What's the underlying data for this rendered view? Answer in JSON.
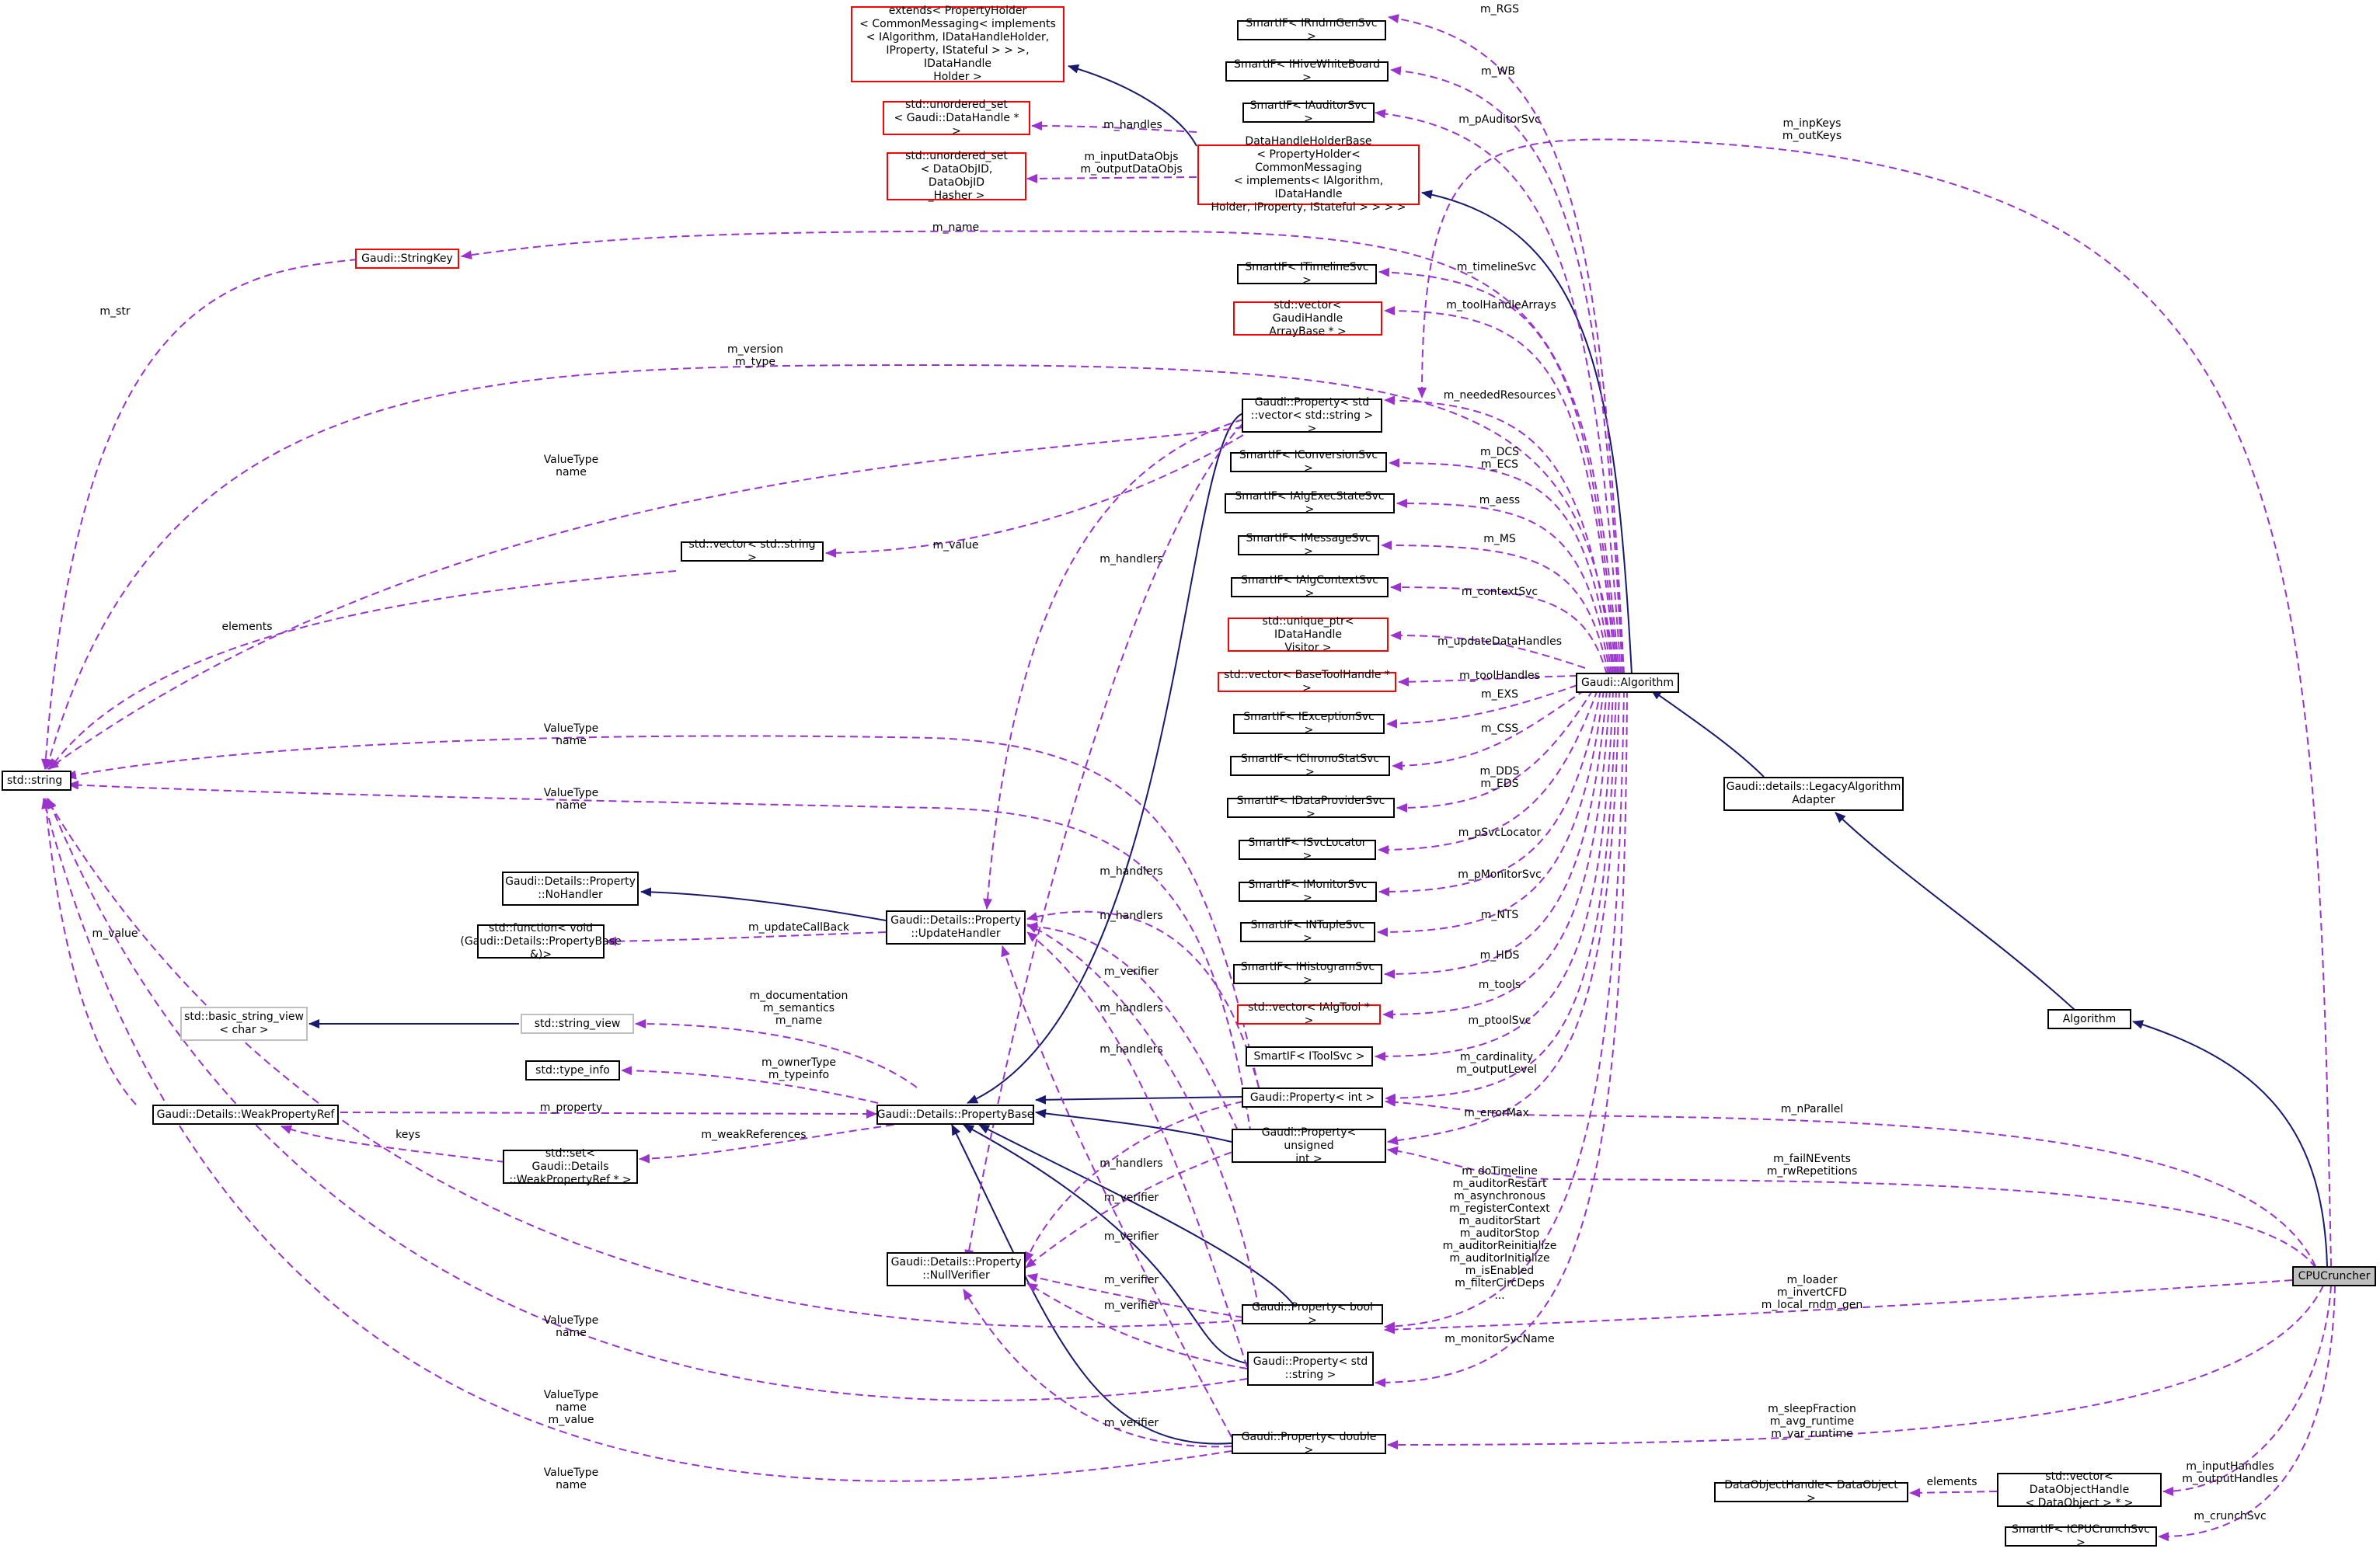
{
  "colors": {
    "inheritance": "#191970",
    "usage": "#9a32cd",
    "node_border": "#000000",
    "incomplete_border": "#ff0000",
    "external_border": "#bfbfbf",
    "highlight_fill": "#bfbfbf"
  },
  "nodes": [
    {
      "id": "rgs",
      "text": "SmartIF< IRndmGenSvc >",
      "kind": "normal"
    },
    {
      "id": "hwb",
      "text": "SmartIF< IHiveWhiteBoard >",
      "kind": "normal"
    },
    {
      "id": "aud",
      "text": "SmartIF< IAuditorSvc >",
      "kind": "normal"
    },
    {
      "id": "extends",
      "text": "extends< PropertyHolder\n< CommonMessaging< implements\n< IAlgorithm, IDataHandleHolder,\n IProperty, IStateful > > >, IDataHandle\nHolder >",
      "kind": "red"
    },
    {
      "id": "uset_dh",
      "text": "std::unordered_set\n< Gaudi::DataHandle * >",
      "kind": "red"
    },
    {
      "id": "uset_doi",
      "text": "std::unordered_set\n< DataObjID, DataObjID\n_Hasher >",
      "kind": "red"
    },
    {
      "id": "dhhb",
      "text": "DataHandleHolderBase\n< PropertyHolder< CommonMessaging\n< implements< IAlgorithm, IDataHandle\nHolder, IProperty, IStateful > > > >",
      "kind": "red"
    },
    {
      "id": "strkey",
      "text": "Gaudi::StringKey",
      "kind": "red"
    },
    {
      "id": "tl",
      "text": "SmartIF< ITimelineSvc >",
      "kind": "normal"
    },
    {
      "id": "vgha",
      "text": "std::vector< GaudiHandle\nArrayBase * >",
      "kind": "red"
    },
    {
      "id": "pvs",
      "text": "Gaudi::Property< std\n::vector< std::string > >",
      "kind": "normal"
    },
    {
      "id": "conv",
      "text": "SmartIF< IConversionSvc >",
      "kind": "normal"
    },
    {
      "id": "aes",
      "text": "SmartIF< IAlgExecStateSvc >",
      "kind": "normal"
    },
    {
      "id": "msg",
      "text": "SmartIF< IMessageSvc >",
      "kind": "normal"
    },
    {
      "id": "ctx",
      "text": "SmartIF< IAlgContextSvc >",
      "kind": "normal"
    },
    {
      "id": "vstr",
      "text": "std::vector< std::string >",
      "kind": "normal"
    },
    {
      "id": "uptr",
      "text": "std::unique_ptr< IDataHandle\nVisitor >",
      "kind": "red"
    },
    {
      "id": "vbth",
      "text": "std::vector< BaseToolHandle * >",
      "kind": "red"
    },
    {
      "id": "galg",
      "text": "Gaudi::Algorithm",
      "kind": "normal"
    },
    {
      "id": "exc",
      "text": "SmartIF< IExceptionSvc >",
      "kind": "normal"
    },
    {
      "id": "string",
      "text": "std::string",
      "kind": "normal",
      "align": "left"
    },
    {
      "id": "chrono",
      "text": "SmartIF< IChronoStatSvc >",
      "kind": "normal"
    },
    {
      "id": "legacy",
      "text": "Gaudi::details::LegacyAlgorithm\nAdapter",
      "kind": "normal"
    },
    {
      "id": "dps",
      "text": "SmartIF< IDataProviderSvc >",
      "kind": "normal"
    },
    {
      "id": "nohandler",
      "text": "Gaudi::Details::Property\n::NoHandler",
      "kind": "normal"
    },
    {
      "id": "svcloc",
      "text": "SmartIF< ISvcLocator >",
      "kind": "normal"
    },
    {
      "id": "uhandler",
      "text": "Gaudi::Details::Property\n::UpdateHandler",
      "kind": "normal"
    },
    {
      "id": "func",
      "text": "std::function< void\n(Gaudi::Details::PropertyBase &)>",
      "kind": "normal"
    },
    {
      "id": "mon",
      "text": "SmartIF< IMonitorSvc >",
      "kind": "normal"
    },
    {
      "id": "ntuple",
      "text": "SmartIF< INTupleSvc >",
      "kind": "normal"
    },
    {
      "id": "bsv",
      "text": "std::basic_string_view\n< char >",
      "kind": "gray"
    },
    {
      "id": "sv",
      "text": "std::string_view",
      "kind": "gray"
    },
    {
      "id": "hist",
      "text": "SmartIF< IHistogramSvc >",
      "kind": "normal"
    },
    {
      "id": "algorithm",
      "text": "Algorithm",
      "kind": "normal"
    },
    {
      "id": "vtool",
      "text": "std::vector< IAlgTool * >",
      "kind": "red"
    },
    {
      "id": "toolsvc",
      "text": "SmartIF< IToolSvc >",
      "kind": "normal"
    },
    {
      "id": "typeinfo",
      "text": "std::type_info",
      "kind": "normal"
    },
    {
      "id": "wpr",
      "text": "Gaudi::Details::WeakPropertyRef",
      "kind": "normal"
    },
    {
      "id": "pbase",
      "text": "Gaudi::Details::PropertyBase",
      "kind": "normal"
    },
    {
      "id": "pint",
      "text": "Gaudi::Property< int >",
      "kind": "normal"
    },
    {
      "id": "puint",
      "text": "Gaudi::Property< unsigned\n int >",
      "kind": "normal"
    },
    {
      "id": "setwpr",
      "text": "std::set< Gaudi::Details\n::WeakPropertyRef * >",
      "kind": "normal"
    },
    {
      "id": "nullv",
      "text": "Gaudi::Details::Property\n::NullVerifier",
      "kind": "normal"
    },
    {
      "id": "cpu",
      "text": "CPUCruncher",
      "kind": "hl"
    },
    {
      "id": "pbool",
      "text": "Gaudi::Property< bool >",
      "kind": "normal"
    },
    {
      "id": "pstr",
      "text": "Gaudi::Property< std\n::string >",
      "kind": "normal"
    },
    {
      "id": "pdbl",
      "text": "Gaudi::Property< double >",
      "kind": "normal"
    },
    {
      "id": "doh",
      "text": "DataObjectHandle< DataObject >",
      "kind": "normal"
    },
    {
      "id": "vdoh",
      "text": "std::vector< DataObjectHandle\n< DataObject > * >",
      "kind": "normal"
    },
    {
      "id": "crunch",
      "text": "SmartIF< ICPUCrunchSvc >",
      "kind": "normal"
    }
  ],
  "edge_labels": [
    {
      "id": "l_rgs",
      "text": "m_RGS"
    },
    {
      "id": "l_wb",
      "text": "m_WB"
    },
    {
      "id": "l_paud",
      "text": "m_pAuditorSvc"
    },
    {
      "id": "l_inp",
      "text": "m_inpKeys\nm_outKeys"
    },
    {
      "id": "l_handles",
      "text": "m_handles"
    },
    {
      "id": "l_inobjs",
      "text": "m_inputDataObjs\nm_outputDataObjs"
    },
    {
      "id": "l_name",
      "text": "m_name"
    },
    {
      "id": "l_str",
      "text": "m_str"
    },
    {
      "id": "l_tl",
      "text": "m_timelineSvc"
    },
    {
      "id": "l_tha",
      "text": "m_toolHandleArrays"
    },
    {
      "id": "l_ver",
      "text": "m_version\nm_type"
    },
    {
      "id": "l_need",
      "text": "m_neededResources"
    },
    {
      "id": "l_vtn1",
      "text": "ValueType\nname"
    },
    {
      "id": "l_dcs",
      "text": "m_DCS\nm_ECS"
    },
    {
      "id": "l_aess",
      "text": "m_aess"
    },
    {
      "id": "l_value",
      "text": "m_value"
    },
    {
      "id": "l_ms",
      "text": "m_MS"
    },
    {
      "id": "l_handlers1",
      "text": "m_handlers"
    },
    {
      "id": "l_ctx",
      "text": "m_contextSvc"
    },
    {
      "id": "l_elem1",
      "text": "elements"
    },
    {
      "id": "l_udh",
      "text": "m_updateDataHandles"
    },
    {
      "id": "l_th",
      "text": "m_toolHandles"
    },
    {
      "id": "l_exs",
      "text": "m_EXS"
    },
    {
      "id": "l_vtn2",
      "text": "ValueType\nname"
    },
    {
      "id": "l_css",
      "text": "m_CSS"
    },
    {
      "id": "l_dds",
      "text": "m_DDS\nm_EDS"
    },
    {
      "id": "l_vtn3",
      "text": "ValueType\nname"
    },
    {
      "id": "l_psl",
      "text": "m_pSvcLocator"
    },
    {
      "id": "l_handlers2",
      "text": "m_handlers"
    },
    {
      "id": "l_mvalue",
      "text": "m_value"
    },
    {
      "id": "l_ucb",
      "text": "m_updateCallBack"
    },
    {
      "id": "l_handlers3",
      "text": "m_handlers"
    },
    {
      "id": "l_pmon",
      "text": "m_pMonitorSvc"
    },
    {
      "id": "l_nts",
      "text": "m_NTS"
    },
    {
      "id": "l_hds",
      "text": "m_HDS"
    },
    {
      "id": "l_verifier1",
      "text": "m_verifier"
    },
    {
      "id": "l_doc",
      "text": "m_documentation\nm_semantics\nm_name"
    },
    {
      "id": "l_tools",
      "text": "m_tools"
    },
    {
      "id": "l_handlers4",
      "text": "m_handlers"
    },
    {
      "id": "l_ptool",
      "text": "m_ptoolSvc"
    },
    {
      "id": "l_handlers5",
      "text": "m_handlers"
    },
    {
      "id": "l_otype",
      "text": "m_ownerType\nm_typeinfo"
    },
    {
      "id": "l_card",
      "text": "m_cardinality\nm_outputLevel"
    },
    {
      "id": "l_prop",
      "text": "m_property"
    },
    {
      "id": "l_err",
      "text": "m_errorMax"
    },
    {
      "id": "l_npar",
      "text": "m_nParallel"
    },
    {
      "id": "l_keys",
      "text": "keys"
    },
    {
      "id": "l_weak",
      "text": "m_weakReferences"
    },
    {
      "id": "l_handlers6",
      "text": "m_handlers"
    },
    {
      "id": "l_fail",
      "text": "m_failNEvents\nm_rwRepetitions"
    },
    {
      "id": "l_booleans",
      "text": "m_doTimeline\nm_auditorRestart\nm_asynchronous\nm_registerContext\nm_auditorStart\nm_auditorStop\nm_auditorReinitialize\nm_auditorInitialize\nm_isEnabled\nm_filterCircDeps\n..."
    },
    {
      "id": "l_verifier2",
      "text": "m_verifier"
    },
    {
      "id": "l_verifier3",
      "text": "m_verifier"
    },
    {
      "id": "l_verifier4",
      "text": "m_verifier"
    },
    {
      "id": "l_loader",
      "text": "m_loader\nm_invertCFD\nm_local_rndm_gen"
    },
    {
      "id": "l_verifier5",
      "text": "m_verifier"
    },
    {
      "id": "l_vtn4",
      "text": "ValueType\nname"
    },
    {
      "id": "l_msvc",
      "text": "m_monitorSvcName"
    },
    {
      "id": "l_vtnv",
      "text": "ValueType\nname\nm_value"
    },
    {
      "id": "l_verifier6",
      "text": "m_verifier"
    },
    {
      "id": "l_sleep",
      "text": "m_sleepFraction\nm_avg_runtime\nm_var_runtime"
    },
    {
      "id": "l_vtn5",
      "text": "ValueType\nname"
    },
    {
      "id": "l_inh",
      "text": "m_inputHandles\nm_outputHandles"
    },
    {
      "id": "l_elem2",
      "text": "elements"
    },
    {
      "id": "l_crunch",
      "text": "m_crunchSvc"
    }
  ]
}
